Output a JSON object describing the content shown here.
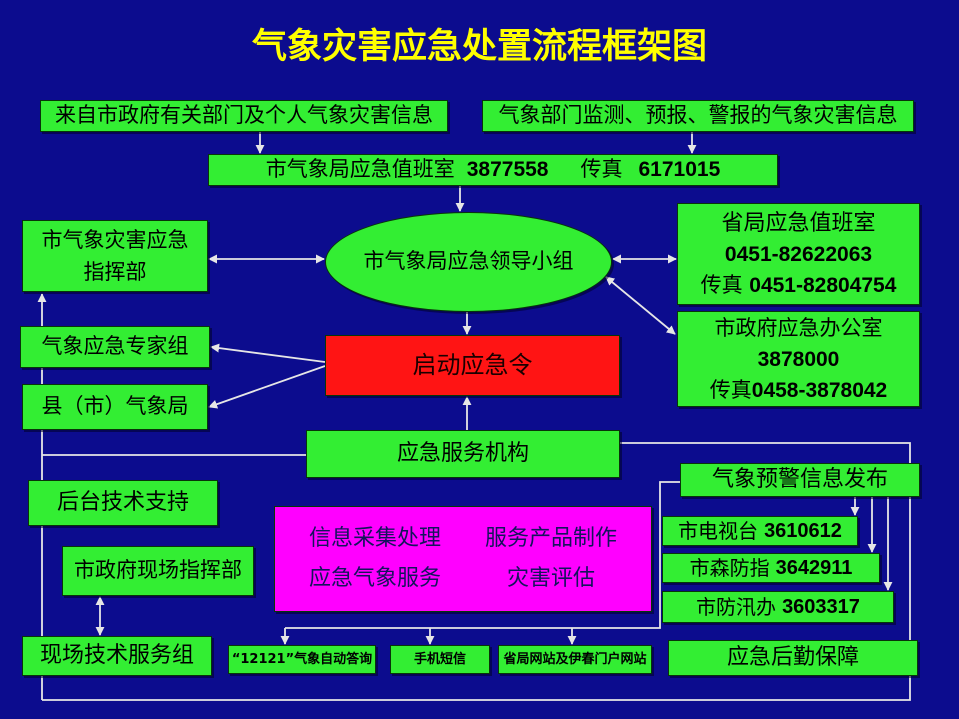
{
  "title": "气象灾害应急处置流程框架图",
  "colors": {
    "background": "#0c0c8e",
    "title": "#ffff00",
    "box": "#33ee33",
    "alert_box": "#ff1414",
    "process_box": "#ff00ff",
    "process_text": "#14145c",
    "connector": "#e6e6e6"
  },
  "info_sources": {
    "government": "来自市政府有关部门及个人气象灾害信息",
    "meteorological": "气象部门监测、预报、警报的气象灾害信息"
  },
  "duty_room": {
    "name": "市气象局应急值班室",
    "phone": "3877558",
    "fax_label": "传真",
    "fax": "6171015"
  },
  "command_hq": {
    "line1": "市气象灾害应急",
    "line2": "指挥部"
  },
  "leader_group": "市气象局应急领导小组",
  "province_duty": {
    "name": "省局应急值班室",
    "phone": "0451-82622063",
    "fax_label": "传真",
    "fax": "0451-82804754"
  },
  "city_emergency_office": {
    "name": "市政府应急办公室",
    "phone": "3878000",
    "fax_label": "传真",
    "fax": "0458-3878042"
  },
  "expert_group": "气象应急专家组",
  "county_bureau": "县（市）气象局",
  "start_order": "启动应急令",
  "service_org": "应急服务机构",
  "backend_support": "后台技术支持",
  "process": {
    "items": [
      "信息采集处理",
      "服务产品制作",
      "应急气象服务",
      "灾害评估"
    ]
  },
  "warning_release": {
    "title": "气象预警信息发布",
    "agencies": [
      {
        "name": "市电视台",
        "phone": "3610612"
      },
      {
        "name": "市森防指",
        "phone": "3642911"
      },
      {
        "name": "市防汛办",
        "phone": "3603317"
      }
    ],
    "channels": [
      "“12121”气象自动答询",
      "手机短信",
      "省局网站及伊春门户网站"
    ]
  },
  "field_hq": "市政府现场指挥部",
  "field_team": "现场技术服务组",
  "logistics": "应急后勤保障"
}
